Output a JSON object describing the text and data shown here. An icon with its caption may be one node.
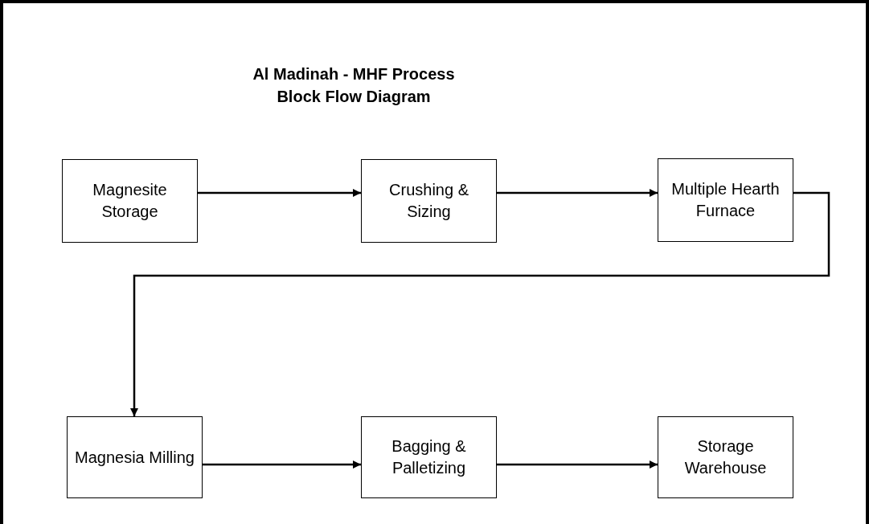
{
  "diagram": {
    "title": "Al Madinah - MHF Process Block Flow Diagram",
    "nodes": [
      {
        "text": [
          "Magnesite Storage"
        ]
      },
      {
        "text": [
          "Crushing & Sizing"
        ]
      },
      {
        "text": [
          "Multiple Hearth Furnace"
        ]
      },
      {
        "text": [
          "Magnesia Milling"
        ]
      },
      {
        "text": [
          "Bagging & Palletizing"
        ]
      },
      {
        "text": [
          "Storage Warehouse"
        ]
      }
    ],
    "edges": [
      {
        "from": 0,
        "to": 1,
        "arrow": "to"
      },
      {
        "from": 1,
        "to": 2,
        "arrow": "to"
      },
      {
        "from": 2,
        "to": 3,
        "arrow": "to"
      },
      {
        "from": 3,
        "to": 4,
        "arrow": "to"
      },
      {
        "from": 4,
        "to": 5,
        "arrow": "to"
      }
    ]
  }
}
